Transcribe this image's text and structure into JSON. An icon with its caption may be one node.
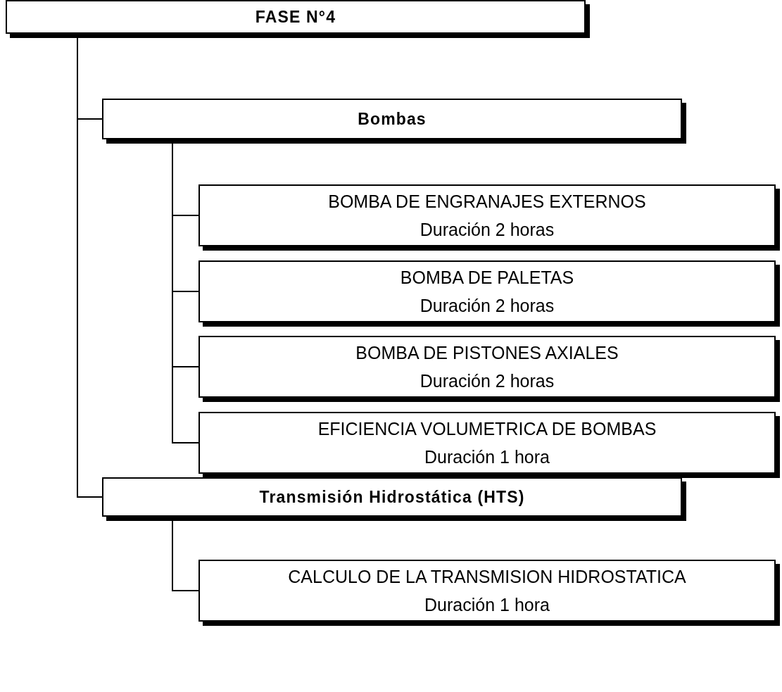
{
  "diagram": {
    "nodes": [
      {
        "text": [
          "FASE N°4"
        ]
      },
      {
        "text": [
          "Bombas"
        ]
      },
      {
        "text": [
          "BOMBA DE ENGRANAJES EXTERNOS",
          "Duración 2 horas"
        ]
      },
      {
        "text": [
          "BOMBA DE PALETAS",
          "Duración 2 horas"
        ]
      },
      {
        "text": [
          "BOMBA DE PISTONES AXIALES",
          "Duración 2 horas"
        ]
      },
      {
        "text": [
          "EFICIENCIA VOLUMETRICA DE BOMBAS",
          "Duración 1 hora"
        ]
      },
      {
        "text": [
          "Transmisión Hidrostática (HTS)"
        ]
      },
      {
        "text": [
          "CALCULO DE LA TRANSMISION HIDROSTATICA",
          "Duración 1 hora"
        ]
      }
    ],
    "edges": [
      {
        "from": 0,
        "to": 1,
        "arrow": "none"
      },
      {
        "from": 0,
        "to": 6,
        "arrow": "none"
      },
      {
        "from": 1,
        "to": 2,
        "arrow": "none"
      },
      {
        "from": 1,
        "to": 3,
        "arrow": "none"
      },
      {
        "from": 1,
        "to": 4,
        "arrow": "none"
      },
      {
        "from": 1,
        "to": 5,
        "arrow": "none"
      },
      {
        "from": 6,
        "to": 7,
        "arrow": "none"
      }
    ]
  }
}
